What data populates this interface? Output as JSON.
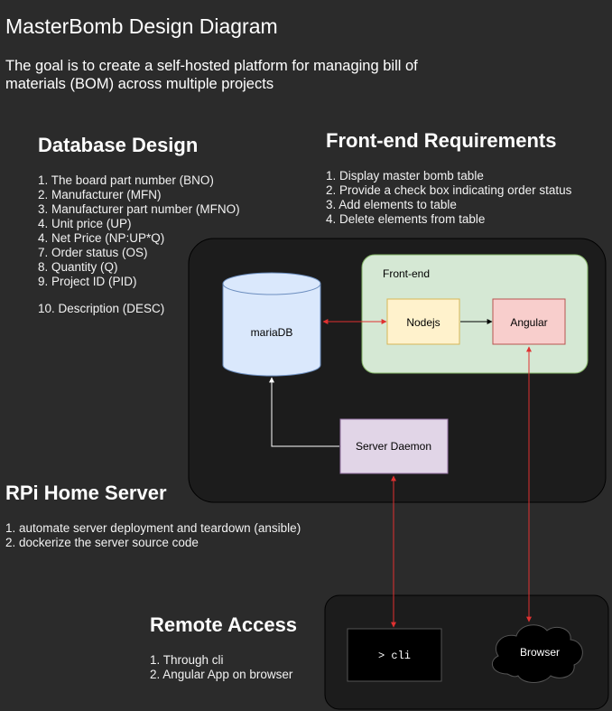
{
  "title": "MasterBomb Design Diagram",
  "goal": "The goal is to create a self-hosted platform for managing bill of materials (BOM) across multiple projects",
  "database_design": {
    "title": "Database Design",
    "items": [
      "1. The board part number (BNO)",
      "2. Manufacturer (MFN)",
      "3. Manufacturer part number (MFNO)",
      "4. Unit price (UP)",
      "4. Net Price (NP:UP*Q)",
      "7. Order status (OS)",
      "8. Quantity (Q)",
      "9. Project ID (PID)"
    ],
    "extra_item": "10. Description (DESC)"
  },
  "frontend_requirements": {
    "title": "Front-end Requirements",
    "items": [
      "1. Display master bomb table",
      "2. Provide a check box indicating order status",
      "3. Add elements to table",
      "4. Delete elements from table"
    ]
  },
  "rpi_home_server": {
    "title": "RPi Home Server",
    "items": [
      "1. automate server deployment and teardown (ansible)",
      "2. dockerize the server source code"
    ]
  },
  "remote_access": {
    "title": "Remote Access",
    "items": [
      "1. Through cli",
      "2. Angular App on browser"
    ]
  },
  "diagram": {
    "mariadb": "mariaDB",
    "frontend_group": "Front-end",
    "nodejs": "Nodejs",
    "angular": "Angular",
    "server_daemon": "Server Daemon",
    "cli": "> cli",
    "browser": "Browser"
  },
  "colors": {
    "background": "#2b2b2b",
    "container": "#1c1c1c",
    "db_fill": "#dae8fc",
    "frontend_group_fill": "#d5e8d4",
    "nodejs_fill": "#fff2cc",
    "angular_fill": "#f8cecc",
    "daemon_fill": "#e1d5e7",
    "red_arrow": "#e03131"
  }
}
